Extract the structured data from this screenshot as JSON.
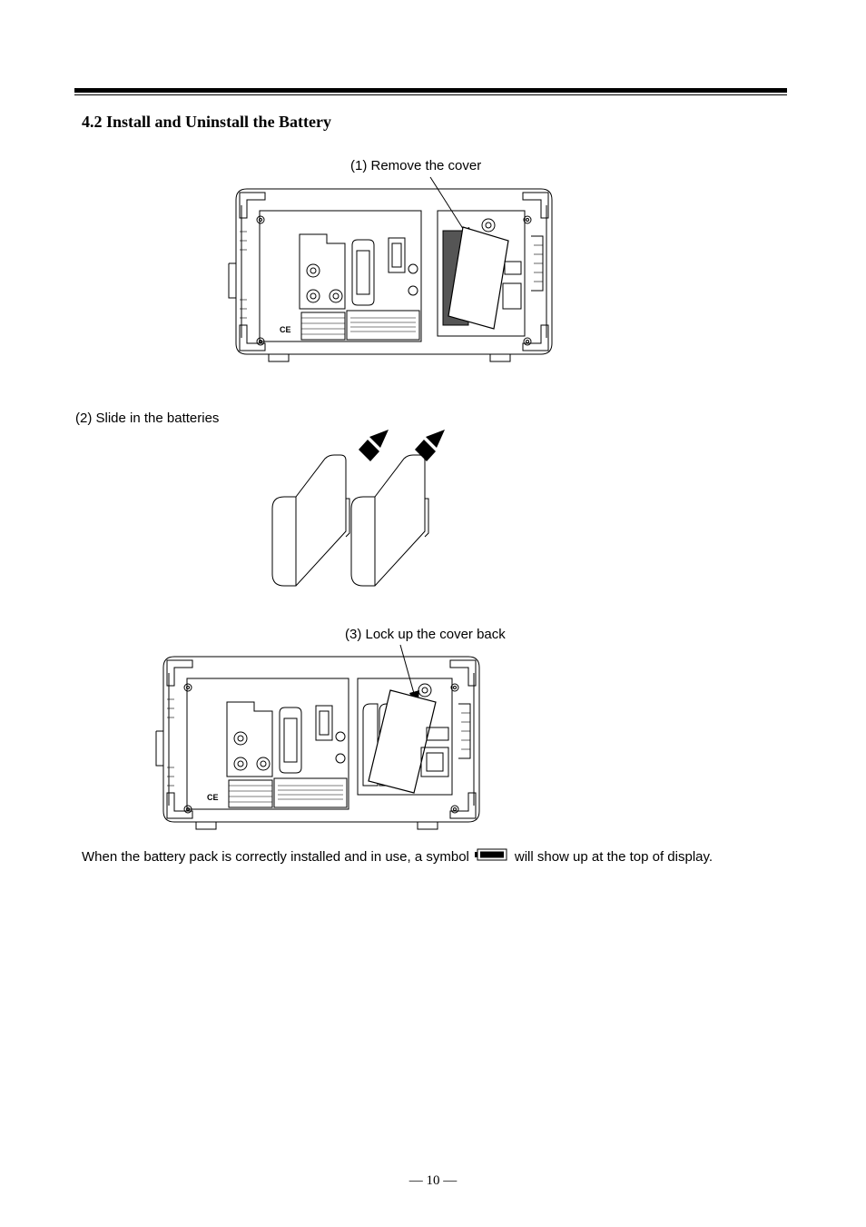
{
  "section": {
    "heading": "4.2 Install and Uninstall the Battery"
  },
  "steps": [
    {
      "label": "(1) Remove the cover"
    },
    {
      "label": "(2) Slide in the batteries"
    },
    {
      "label": "(3) Lock up the cover back"
    }
  ],
  "note": {
    "before_symbol": "When the battery pack is correctly installed and in use, a symbol",
    "symbol_icon": "battery-icon",
    "after_symbol": "will show up at the top of display."
  },
  "page": {
    "number": "10",
    "dash": "—"
  }
}
